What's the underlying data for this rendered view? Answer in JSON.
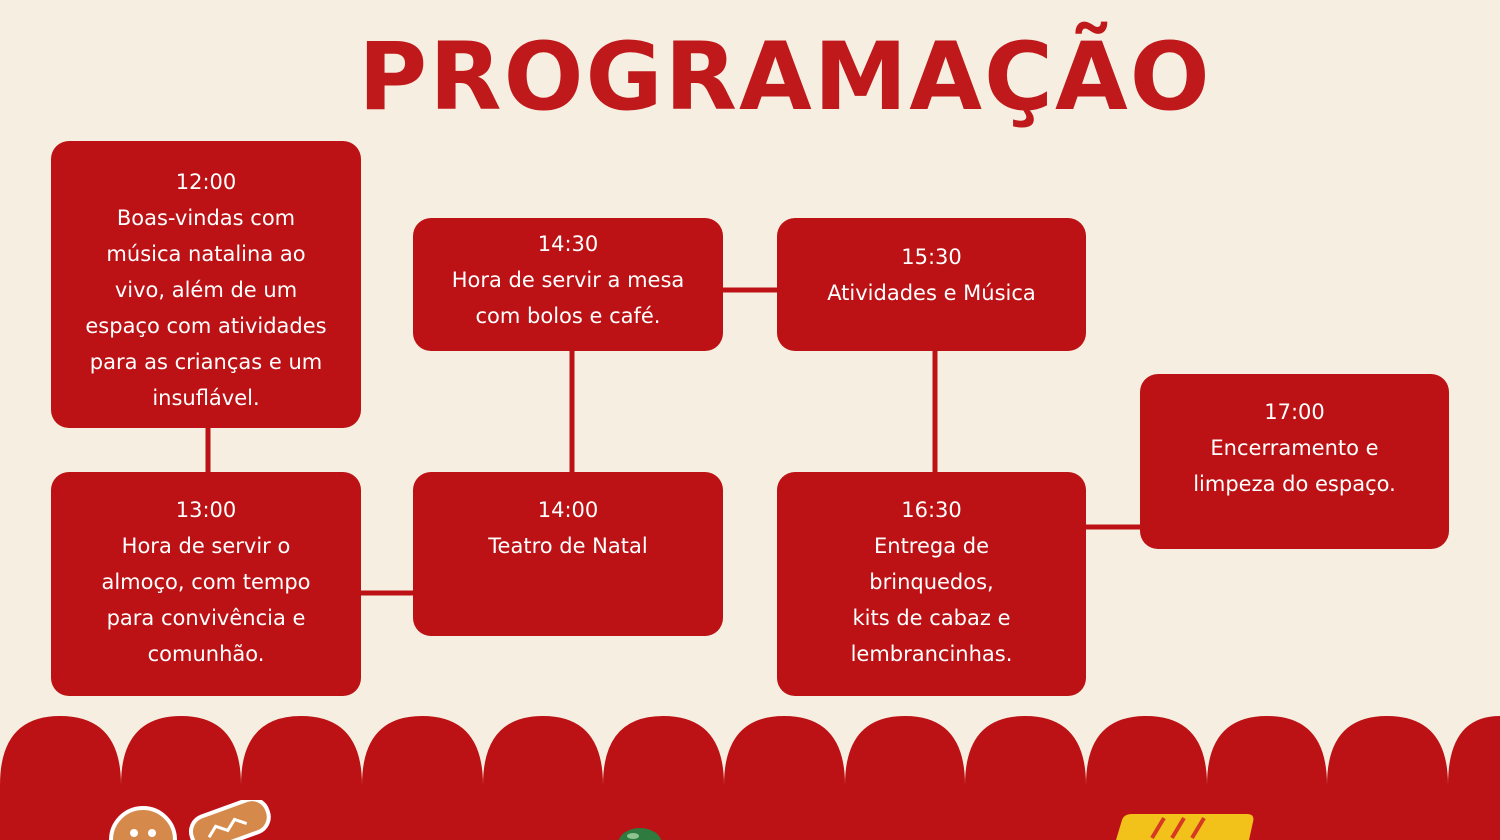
{
  "title": "PROGRAMAÇÃO",
  "colors": {
    "background": "#f6efe1",
    "accent_red": "#bc1215",
    "title_red": "#c0191b",
    "text_on_card": "#ffffff"
  },
  "schedule": [
    {
      "time": "12:00",
      "description": "Boas-vindas com\nmúsica natalina ao\nvivo, além de um\nespaço com atividades\npara as crianças e um\ninsuflável."
    },
    {
      "time": "13:00",
      "description": "Hora de servir o\nalmoço, com tempo\npara convivência e\ncomunhão."
    },
    {
      "time": "14:00",
      "description": "Teatro de Natal"
    },
    {
      "time": "14:30",
      "description": "Hora de servir a mesa\ncom bolos e café."
    },
    {
      "time": "15:30",
      "description": "Atividades e Música"
    },
    {
      "time": "16:30",
      "description": "Entrega de\nbrinquedos,\nkits de cabaz e\nlembrancinhas."
    },
    {
      "time": "17:00",
      "description": "Encerramento e\nlimpeza do espaço."
    }
  ],
  "decorations": [
    "gingerbread-icon",
    "ornament-icon",
    "gift-icon"
  ]
}
